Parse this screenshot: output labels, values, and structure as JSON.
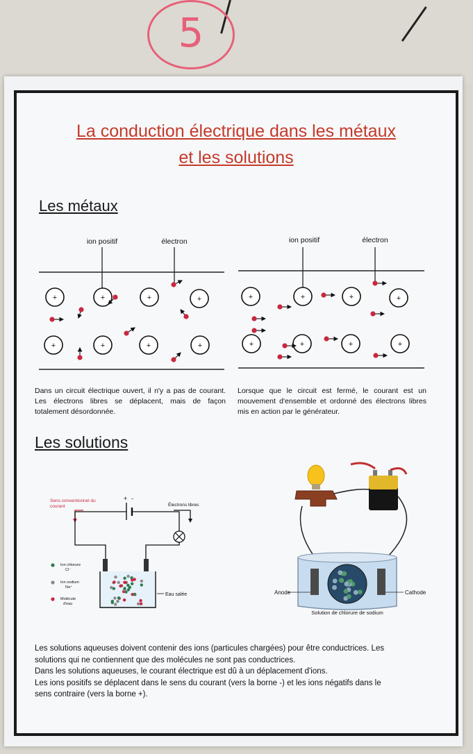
{
  "page_number": "5",
  "title_line1": "La conduction électrique dans les métaux",
  "title_line2": "et les solutions",
  "metals": {
    "heading": "Les métaux",
    "label_ion": "ion positif",
    "label_electron": "électron",
    "ion_symbol": "+",
    "caption_open": "Dans un circuit électrique ouvert, il n'y a pas de courant. Les électrons libres se déplacent, mais de façon totalement désordonnée.",
    "caption_closed": "Lorsque que le circuit est fermé, le courant est un mouvement d'ensemble et ordonné des électrons libres mis en action par le générateur."
  },
  "solutions": {
    "heading": "Les solutions",
    "circuit": {
      "sens_label_1": "Sens conventionnel du",
      "sens_label_2": "courant",
      "electrons_label": "Électrons libres",
      "plus": "+",
      "minus": "-",
      "legend_chlorure_1": "Ion chlorure",
      "legend_chlorure_2": "Cl⁻",
      "legend_sodium_1": "Ion sodium",
      "legend_sodium_2": "Na⁺",
      "legend_eau_1": "Molécule",
      "legend_eau_2": "d'eau",
      "eau_salee": "Eau salée"
    },
    "photo": {
      "anode": "Anode",
      "cathode": "Cathode",
      "solution_label": "Solution de chlorure de sodium"
    },
    "paragraph": [
      "Les solutions aqueuses doivent contenir des ions (particules chargées) pour être conductrices. Les",
      "solutions qui ne contiennent que des molécules ne sont pas conductrices.",
      "Dans les solutions aqueuses, le courant électrique est dû à un déplacement d'ions.",
      "Les ions positifs se déplacent dans le sens du courant (vers la borne -) et les ions négatifs dans le",
      "sens contraire (vers la borne +)."
    ]
  },
  "colors": {
    "title": "#c43a2a",
    "electron": "#c8283e",
    "page_number": "#e6607a"
  }
}
